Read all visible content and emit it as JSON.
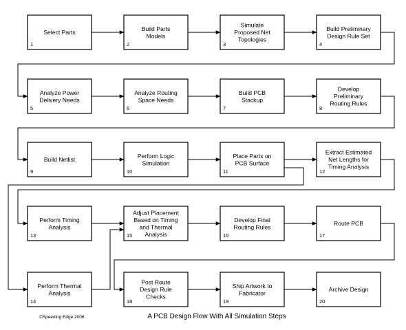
{
  "steps": [
    {
      "num": "1",
      "lines": [
        "Select Parts"
      ]
    },
    {
      "num": "2",
      "lines": [
        "Build Parts",
        "Models"
      ]
    },
    {
      "num": "3",
      "lines": [
        "Simulate",
        "Proposed Net",
        "Topologies"
      ]
    },
    {
      "num": "4",
      "lines": [
        "Build Preliminary",
        "Design Rule Set"
      ]
    },
    {
      "num": "5",
      "lines": [
        "Analyze Power",
        "Delivery Needs"
      ]
    },
    {
      "num": "6",
      "lines": [
        "Analyze Routing",
        "Space Needs"
      ]
    },
    {
      "num": "7",
      "lines": [
        "Build PCB",
        "Stackup"
      ]
    },
    {
      "num": "8",
      "lines": [
        "Develop",
        "Preliminary",
        "Routing Rules"
      ]
    },
    {
      "num": "9",
      "lines": [
        "Build Netlist"
      ]
    },
    {
      "num": "10",
      "lines": [
        "Perform Logic",
        "Simulation"
      ]
    },
    {
      "num": "11",
      "lines": [
        "Place Parts on",
        "PCB Surface"
      ]
    },
    {
      "num": "12",
      "lines": [
        "Extract Estimated",
        "Net Lengths for",
        "Timing Analysis"
      ]
    },
    {
      "num": "13",
      "lines": [
        "Perform Timing",
        "Analysis"
      ]
    },
    {
      "num": "15",
      "lines": [
        "Adjust Placement",
        "Based on Timing",
        "and Thermal",
        "Analysis"
      ]
    },
    {
      "num": "16",
      "lines": [
        "Develop Final",
        "Routing Rules"
      ]
    },
    {
      "num": "17",
      "lines": [
        "Route PCB"
      ]
    },
    {
      "num": "14",
      "lines": [
        "Perform Thermal",
        "Analysis"
      ]
    },
    {
      "num": "18",
      "lines": [
        "Post Route",
        "Design Rule",
        "Checks"
      ]
    },
    {
      "num": "19",
      "lines": [
        "Ship Artwork to",
        "Fabricator"
      ]
    },
    {
      "num": "20",
      "lines": [
        "Archive Design"
      ]
    }
  ],
  "copyright": "©Speeding Edge 2006",
  "caption": "A PCB Design Flow With All Simulation Steps"
}
